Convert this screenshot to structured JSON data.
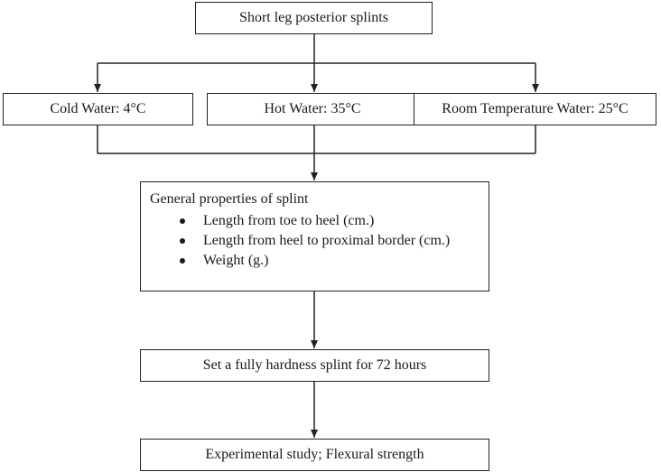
{
  "flowchart": {
    "top": "Short leg posterior splints",
    "conditions": [
      "Cold Water: 4°C",
      "Hot Water: 35°C",
      "Room Temperature Water: 25°C"
    ],
    "properties": {
      "title": "General properties of splint",
      "items": [
        "Length from toe to heel (cm.)",
        "Length from heel to proximal border (cm.)",
        "Weight (g.)"
      ]
    },
    "setting": "Set a fully hardness splint for 72 hours",
    "experiment": "Experimental study; Flexural strength"
  }
}
